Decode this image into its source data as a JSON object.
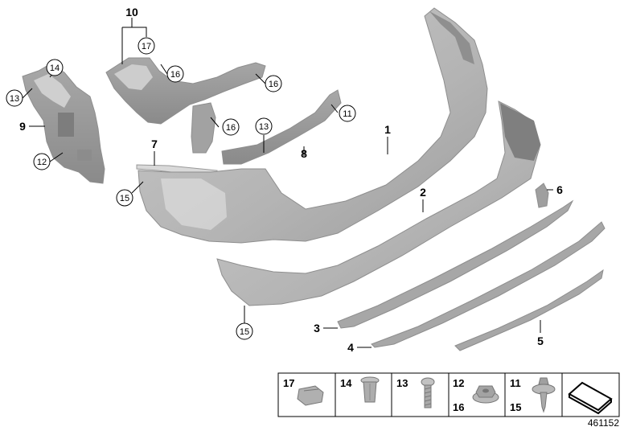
{
  "callouts": [
    {
      "id": "1",
      "text": "1",
      "circled": false
    },
    {
      "id": "2",
      "text": "2",
      "circled": false
    },
    {
      "id": "3",
      "text": "3",
      "circled": false
    },
    {
      "id": "4",
      "text": "4",
      "circled": false
    },
    {
      "id": "5",
      "text": "5",
      "circled": false
    },
    {
      "id": "6",
      "text": "6",
      "circled": false
    },
    {
      "id": "7",
      "text": "7",
      "circled": false
    },
    {
      "id": "8",
      "text": "8",
      "circled": false
    },
    {
      "id": "9",
      "text": "9",
      "circled": false
    },
    {
      "id": "10",
      "text": "10",
      "circled": false
    },
    {
      "id": "11",
      "text": "11",
      "circled": true
    },
    {
      "id": "12",
      "text": "12",
      "circled": true
    },
    {
      "id": "13a",
      "text": "13",
      "circled": true
    },
    {
      "id": "13b",
      "text": "13",
      "circled": true
    },
    {
      "id": "14",
      "text": "14",
      "circled": true
    },
    {
      "id": "15a",
      "text": "15",
      "circled": true
    },
    {
      "id": "15b",
      "text": "15",
      "circled": true
    },
    {
      "id": "16a",
      "text": "16",
      "circled": true
    },
    {
      "id": "16b",
      "text": "16",
      "circled": true
    },
    {
      "id": "16c",
      "text": "16",
      "circled": true
    },
    {
      "id": "17",
      "text": "17",
      "circled": true
    }
  ],
  "legend": [
    {
      "top": "17",
      "bottom": "",
      "icon": "spring-nut-icon"
    },
    {
      "top": "14",
      "bottom": "",
      "icon": "expansion-rivet-icon"
    },
    {
      "top": "13",
      "bottom": "",
      "icon": "screw-icon"
    },
    {
      "top": "12",
      "bottom": "16",
      "icon": "hex-nut-icon"
    },
    {
      "top": "11",
      "bottom": "15",
      "icon": "clip-screw-icon"
    },
    {
      "top": "",
      "bottom": "",
      "icon": "kit-symbol-icon"
    }
  ],
  "reference_number": "461152",
  "colors": {
    "part_fill": "#b9b9b9",
    "part_stroke": "#8e8e8e",
    "line": "#000000"
  }
}
